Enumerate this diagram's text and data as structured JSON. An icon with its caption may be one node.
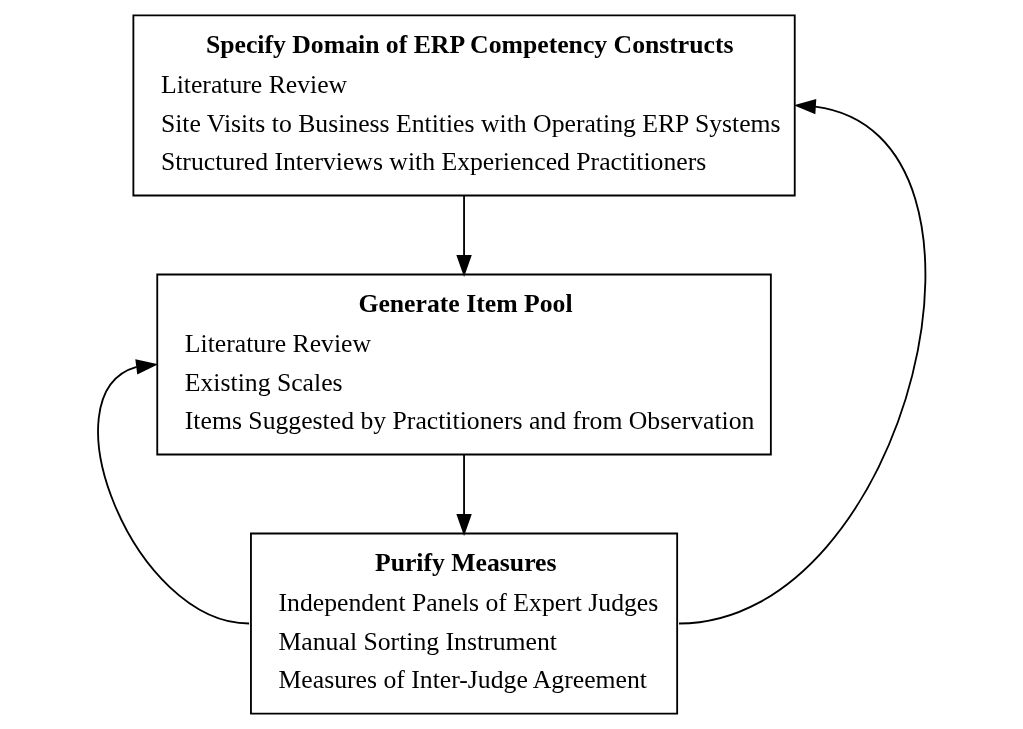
{
  "diagram": {
    "nodes": [
      {
        "text": [
          "Specify Domain of ERP Competency Constructs",
          "Literature Review",
          "Site Visits to Business Entities with Operating ERP Systems",
          "Structured Interviews with Experienced Practitioners"
        ]
      },
      {
        "text": [
          "Generate Item Pool",
          "Literature Review",
          "Existing Scales",
          "Items Suggested by Practitioners and from Observation"
        ]
      },
      {
        "text": [
          "Purify Measures",
          "Independent Panels of Expert Judges",
          "Manual Sorting Instrument",
          "Measures of Inter-Judge Agreement"
        ]
      }
    ],
    "edges": [
      {
        "from": 0,
        "to": 1,
        "arrow": "to"
      },
      {
        "from": 1,
        "to": 2,
        "arrow": "to"
      },
      {
        "from": 2,
        "to": 1,
        "arrow": "to"
      },
      {
        "from": 2,
        "to": 0,
        "arrow": "to"
      }
    ]
  }
}
